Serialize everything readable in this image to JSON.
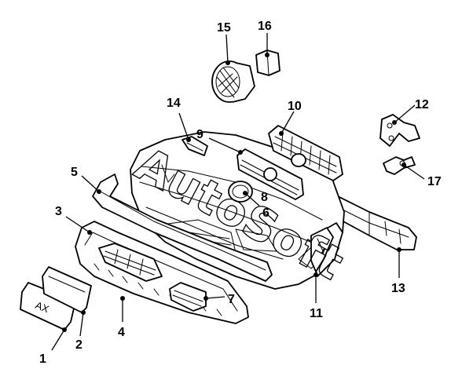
{
  "diagram": {
    "watermark": "AutoSoft",
    "plate_text": "AX",
    "callouts": [
      {
        "id": "c1",
        "label": "1"
      },
      {
        "id": "c2",
        "label": "2"
      },
      {
        "id": "c3",
        "label": "3"
      },
      {
        "id": "c4",
        "label": "4"
      },
      {
        "id": "c5",
        "label": "5"
      },
      {
        "id": "c6",
        "label": "6"
      },
      {
        "id": "c7",
        "label": "7"
      },
      {
        "id": "c8",
        "label": "8"
      },
      {
        "id": "c9",
        "label": "9"
      },
      {
        "id": "c10",
        "label": "10"
      },
      {
        "id": "c11",
        "label": "11"
      },
      {
        "id": "c12",
        "label": "12"
      },
      {
        "id": "c13",
        "label": "13"
      },
      {
        "id": "c14",
        "label": "14"
      },
      {
        "id": "c15",
        "label": "15"
      },
      {
        "id": "c16",
        "label": "16"
      },
      {
        "id": "c17",
        "label": "17"
      }
    ]
  }
}
